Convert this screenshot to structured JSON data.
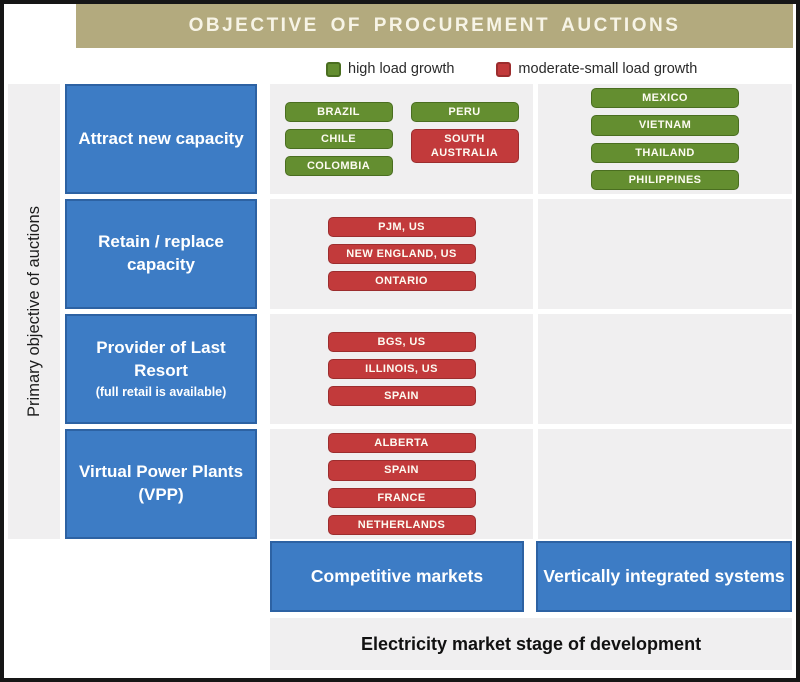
{
  "title": "OBJECTIVE OF PROCUREMENT AUCTIONS",
  "colors": {
    "title_bar": "#b3aa7e",
    "title_text": "#f7f4e6",
    "blue": "#3d7cc5",
    "blue_border": "#2d62a3",
    "green": "#648e30",
    "green_border": "#4a6e20",
    "red": "#c23a3b",
    "red_border": "#9c2d2e",
    "cell_gray": "#f0eff0"
  },
  "legend": {
    "items": [
      {
        "label": "high load growth",
        "type": "high"
      },
      {
        "label": "moderate-small load growth",
        "type": "moderate"
      }
    ]
  },
  "axes": {
    "y_label": "Primary objective of auctions",
    "x_label": "Electricity market stage of development"
  },
  "columns": [
    {
      "id": "competitive",
      "label": "Competitive markets"
    },
    {
      "id": "integrated",
      "label": "Vertically integrated systems"
    }
  ],
  "rows": [
    {
      "label_lines": [
        "Attract new capacity"
      ],
      "sublabel": "",
      "competitive_groups": [
        [
          {
            "label": "BRAZIL",
            "type": "high"
          },
          {
            "label": "CHILE",
            "type": "high"
          },
          {
            "label": "COLOMBIA",
            "type": "high"
          }
        ],
        [
          {
            "label": "PERU",
            "type": "high"
          },
          {
            "label": "SOUTH AUSTRALIA",
            "type": "moderate"
          }
        ]
      ],
      "integrated": [
        {
          "label": "MEXICO",
          "type": "high"
        },
        {
          "label": "VIETNAM",
          "type": "high"
        },
        {
          "label": "THAILAND",
          "type": "high"
        },
        {
          "label": "PHILIPPINES",
          "type": "high"
        }
      ]
    },
    {
      "label_lines": [
        "Retain / replace",
        "capacity"
      ],
      "sublabel": "",
      "competitive_groups": [
        [
          {
            "label": "PJM, US",
            "type": "moderate"
          },
          {
            "label": "NEW ENGLAND, US",
            "type": "moderate"
          },
          {
            "label": "ONTARIO",
            "type": "moderate"
          }
        ]
      ],
      "integrated": []
    },
    {
      "label_lines": [
        "Provider of Last",
        "Resort"
      ],
      "sublabel": "(full retail is available)",
      "competitive_groups": [
        [
          {
            "label": "BGS, US",
            "type": "moderate"
          },
          {
            "label": "ILLINOIS, US",
            "type": "moderate"
          },
          {
            "label": "SPAIN",
            "type": "moderate"
          }
        ]
      ],
      "integrated": []
    },
    {
      "label_lines": [
        "Virtual Power Plants",
        "(VPP)"
      ],
      "sublabel": "",
      "competitive_groups": [
        [
          {
            "label": "ALBERTA",
            "type": "moderate"
          },
          {
            "label": "SPAIN",
            "type": "moderate"
          },
          {
            "label": "FRANCE",
            "type": "moderate"
          },
          {
            "label": "NETHERLANDS",
            "type": "moderate"
          }
        ]
      ],
      "integrated": []
    }
  ]
}
